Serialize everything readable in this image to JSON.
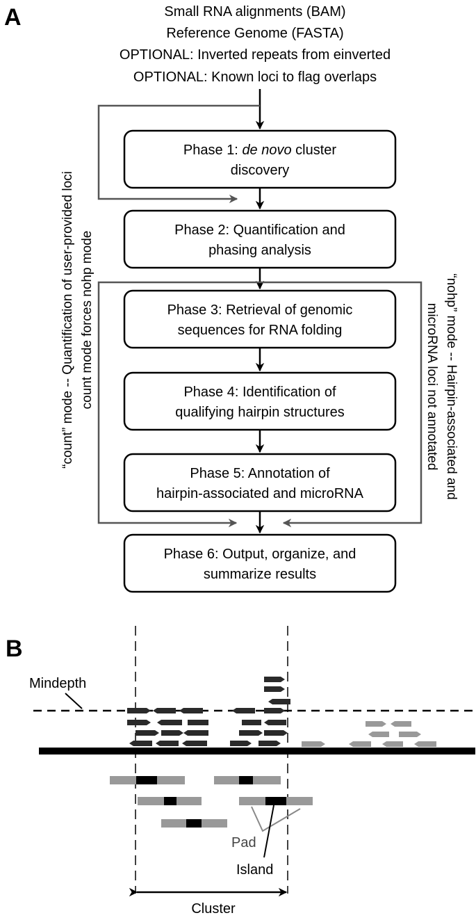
{
  "panel_a": {
    "label": "A",
    "inputs": [
      "Small RNA alignments (BAM)",
      "Reference Genome (FASTA)",
      "OPTIONAL: Inverted repeats from einverted",
      "OPTIONAL: Known loci to flag overlaps"
    ],
    "phases": [
      {
        "lines": [
          "Phase 1: ",
          "de novo",
          " cluster",
          "discovery"
        ]
      },
      {
        "lines": [
          "Phase 2: Quantification and",
          "phasing analysis"
        ]
      },
      {
        "lines": [
          "Phase 3: Retrieval of genomic",
          "sequences for RNA folding"
        ]
      },
      {
        "lines": [
          "Phase 4: Identification of",
          "qualifying hairpin structures"
        ]
      },
      {
        "lines": [
          "Phase 5: Annotation of",
          "hairpin-associated and microRNA"
        ]
      },
      {
        "lines": [
          "Phase 6: Output, organize, and",
          "summarize results"
        ]
      }
    ],
    "left_note": [
      "“count” mode -- Quantification of user-provided loci",
      "count mode forces nohp mode"
    ],
    "right_note": [
      "“nohp” mode -- Hairpin-associated and",
      "microRNA loci not annotated"
    ]
  },
  "panel_b": {
    "label": "B",
    "mindepth_label": "Mindepth",
    "pad_label": "Pad",
    "island_label": "Island",
    "cluster_label": "Cluster"
  },
  "colors": {
    "ink": "#000000",
    "dark_read": "#2a2a2a",
    "light_read": "#999999",
    "gray_line": "#555555",
    "pad_line": "#888888"
  }
}
